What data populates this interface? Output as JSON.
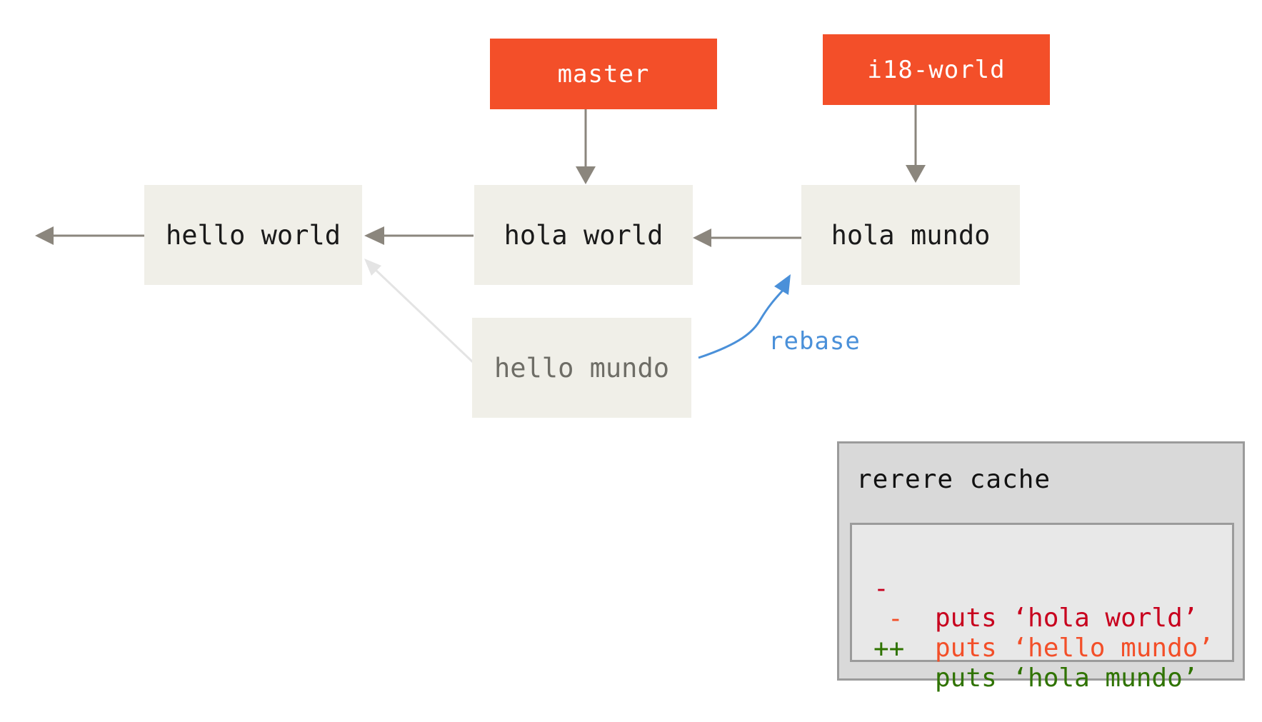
{
  "branches": {
    "master": "master",
    "i18_world": "i18-world"
  },
  "commits": {
    "hello_world": "hello world",
    "hola_world": "hola world",
    "hola_mundo": "hola mundo",
    "hello_mundo": "hello mundo"
  },
  "rebase_label": "rebase",
  "rerere_cache": {
    "title": "rerere cache",
    "lines": [
      {
        "prefix": "-",
        "code": "puts ‘hola world’",
        "color": "#c8001e"
      },
      {
        "prefix": "-",
        "code": "puts ‘hello mundo’",
        "color": "#f34f29"
      },
      {
        "prefix": "++",
        "code": "puts ‘hola mundo’",
        "color": "#2f7300"
      }
    ]
  },
  "colors": {
    "branch": "#f34f29",
    "commit_bg": "#f0efe8",
    "arrow": "#8b867d",
    "rebase": "#4a90d9",
    "ghost_arrow": "#e4e4e4"
  }
}
